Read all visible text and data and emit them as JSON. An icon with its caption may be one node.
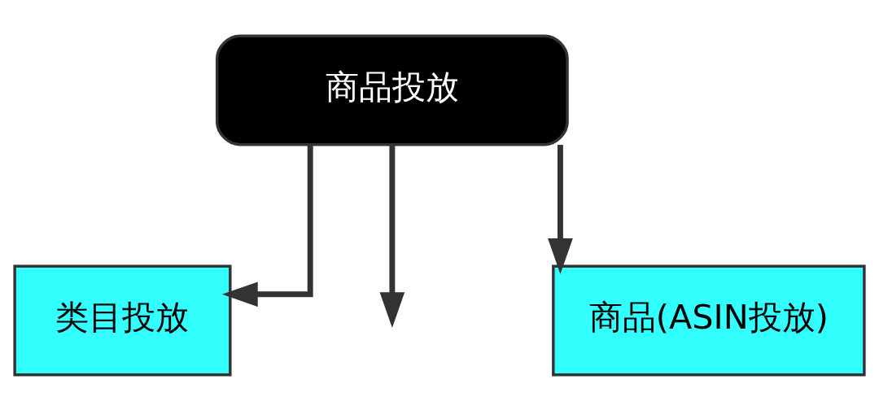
{
  "diagram": {
    "nodes": [
      {
        "text": [
          "商品投放"
        ]
      },
      {
        "text": [
          "类目投放"
        ]
      },
      {
        "text": [
          "商品(ASIN投放)"
        ]
      }
    ],
    "edges": [
      {
        "from": 0,
        "to": 1,
        "arrow": "to"
      },
      {
        "from": 0,
        "to": null,
        "arrow": "to"
      },
      {
        "from": 0,
        "to": 2,
        "arrow": "to"
      }
    ]
  }
}
